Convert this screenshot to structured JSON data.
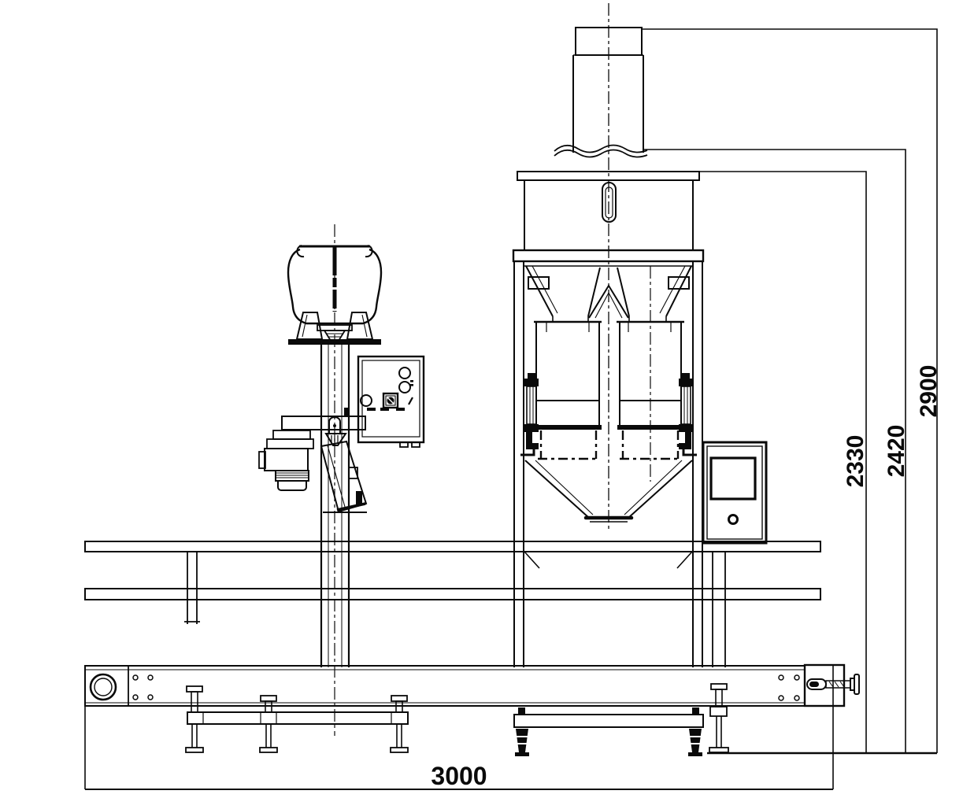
{
  "drawing": {
    "type": "engineering-line-drawing",
    "subject": "bagging-weighing-machine-side-elevation",
    "background_color": "#ffffff",
    "line_color": "#0a0a0a",
    "dimensions": {
      "overall_height": "2900",
      "inlet_pipe_height": "2420",
      "hopper_top_height": "2330",
      "conveyor_length": "3000"
    }
  }
}
